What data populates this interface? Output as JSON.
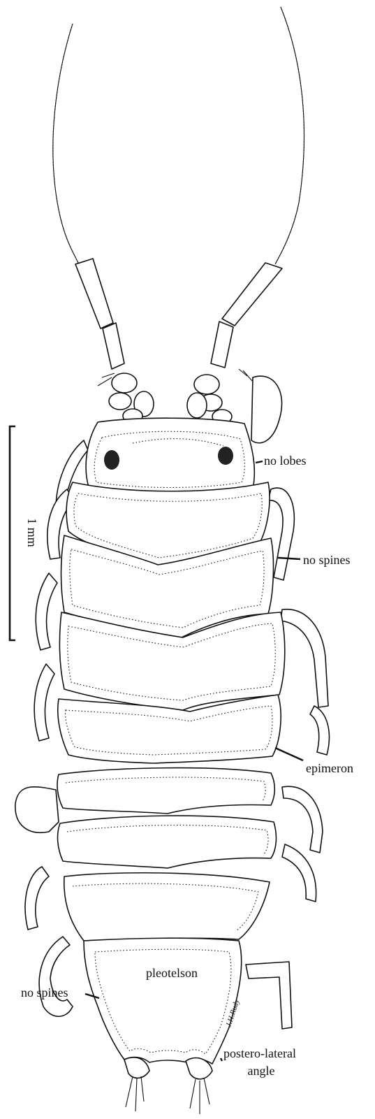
{
  "scale_bar": {
    "label": "1 mm"
  },
  "labels": {
    "no_lobes": "no lobes",
    "no_spines_pereon": "no spines",
    "epimeron": "epimeron",
    "pleotelson": "pleotelson",
    "no_spines_pleotelson": "no spines",
    "postero_lateral_line1": "postero-lateral",
    "postero_lateral_line2": "angle"
  },
  "signature": "J.H.Rudy"
}
